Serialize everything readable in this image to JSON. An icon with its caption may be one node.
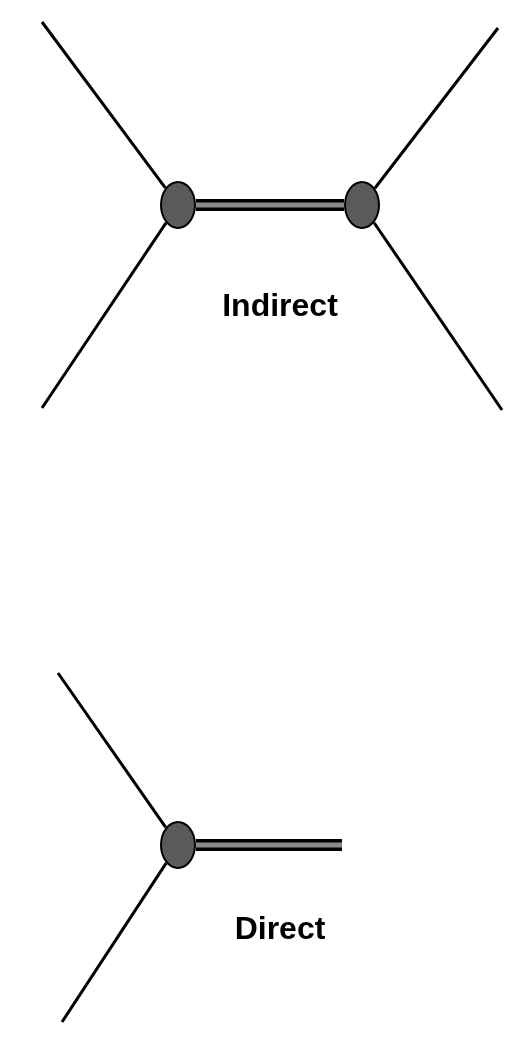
{
  "diagram": {
    "nodes": [
      {
        "text": [],
        "shape": "circle"
      },
      {
        "text": [],
        "shape": "circle"
      },
      {
        "text": [],
        "shape": "circle"
      }
    ],
    "edges": [
      {
        "from": null,
        "to": 0,
        "arrow": "none"
      },
      {
        "from": null,
        "to": 0,
        "arrow": "none"
      },
      {
        "from": 0,
        "to": 1,
        "arrow": "none",
        "style": "thick"
      },
      {
        "from": 1,
        "to": null,
        "arrow": "none"
      },
      {
        "from": 1,
        "to": null,
        "arrow": "none"
      },
      {
        "from": null,
        "to": 2,
        "arrow": "none"
      },
      {
        "from": null,
        "to": 2,
        "arrow": "none"
      },
      {
        "from": 2,
        "to": null,
        "arrow": "none",
        "style": "thick"
      }
    ],
    "labels": [
      "Indirect",
      "Direct"
    ]
  }
}
